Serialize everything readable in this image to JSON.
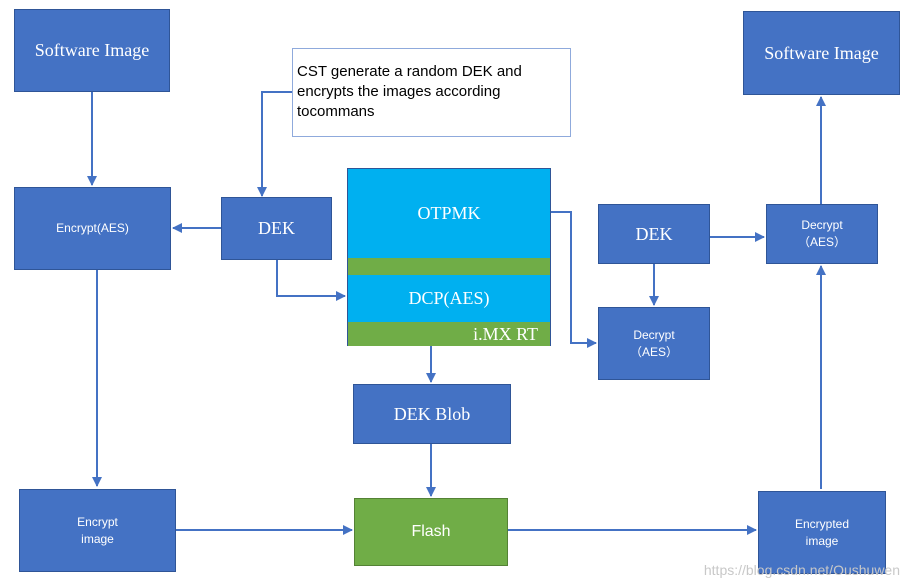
{
  "nodes": {
    "software_image_left": "Software Image",
    "encrypt_aes": "Encrypt(AES)",
    "encrypt_image_line1": "Encrypt",
    "encrypt_image_line2": "image",
    "dek_left": "DEK",
    "callout_text": "CST generate a random DEK and encrypts the images according tocommans",
    "otpmk": "OTPMK",
    "dcp_aes": "DCP(AES)",
    "imx_rt": "i.MX RT",
    "dek_blob": "DEK Blob",
    "flash": "Flash",
    "dek_right": "DEK",
    "decrypt_mid_line1": "Decrypt",
    "decrypt_mid_line2": "（AES）",
    "decrypt_top_line1": "Decrypt",
    "decrypt_top_line2": "（AES）",
    "software_image_right": "Software Image",
    "encrypted_image_line1": "Encrypted",
    "encrypted_image_line2": "image"
  },
  "colors": {
    "box_blue": "#4472c4",
    "flash_green": "#70ad47",
    "otpmk_cyan": "#00b0f0",
    "arrow": "#4472c4"
  },
  "watermark": "https://blog.csdn.net/Oushuwen"
}
